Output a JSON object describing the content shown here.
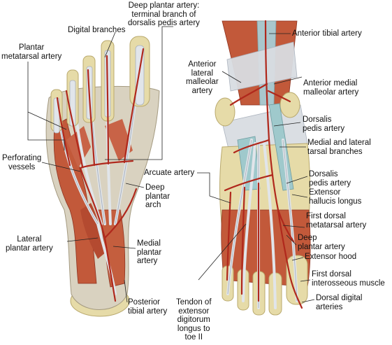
{
  "labels": {
    "deep_plantar_terminal": [
      "Deep plantar artery:",
      "terminal branch of",
      "dorsalis pedis artery"
    ],
    "digital_branches": [
      "Digital branches"
    ],
    "plantar_metatarsal": [
      "Plantar",
      "metatarsal artery"
    ],
    "perforating_vessels": [
      "Perforating",
      "vessels"
    ],
    "deep_plantar_arch": [
      "Deep",
      "plantar",
      "arch"
    ],
    "lateral_plantar": [
      "Lateral",
      "plantar artery"
    ],
    "medial_plantar": [
      "Medial",
      "plantar",
      "artery"
    ],
    "posterior_tibial": [
      "Posterior",
      "tibial artery"
    ],
    "anterior_tibial": [
      "Anterior tibial artery"
    ],
    "anterior_lateral_malleolar": [
      "Anterior",
      "lateral",
      "malleolar",
      "artery"
    ],
    "anterior_medial_malleolar": [
      "Anterior medial",
      "malleolar artery"
    ],
    "dorsalis_pedis_1": [
      "Dorsalis",
      "pedis artery"
    ],
    "medial_lateral_tarsal": [
      "Medial and lateral",
      "tarsal branches"
    ],
    "arcuate": [
      "Arcuate artery"
    ],
    "dorsalis_pedis_2": [
      "Dorsalis",
      "pedis artery"
    ],
    "extensor_hallucis": [
      "Extensor",
      "hallucis longus"
    ],
    "first_dorsal_metatarsal": [
      "First dorsal",
      "metatarsal artery"
    ],
    "deep_plantar_2": [
      "Deep",
      "plantar artery"
    ],
    "extensor_hood": [
      "Extensor hood"
    ],
    "first_dorsal_interosseous": [
      "First dorsal",
      "interosseous muscle"
    ],
    "dorsal_digital": [
      "Dorsal digital",
      "arteries"
    ],
    "tendon_extensor": [
      "Tendon of",
      "extensor",
      "digitorum",
      "longus to",
      "toe II"
    ]
  },
  "colors": {
    "muscle": "#c2593a",
    "muscle_dark": "#9b3a24",
    "artery": "#b0281c",
    "bone": "#e4d9a6",
    "bone_dark": "#c9b97a",
    "tendon": "#dfe3e8",
    "tendon_shadow": "#a9b1bc",
    "synovial": "#9fc9cc",
    "leader": "#222222"
  }
}
